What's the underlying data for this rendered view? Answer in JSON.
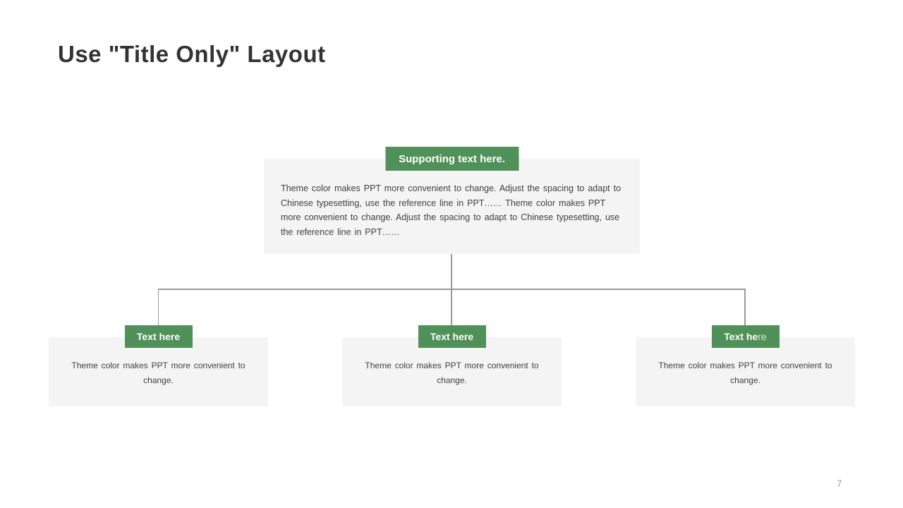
{
  "slide": {
    "title": "Use \"Title Only\" Layout",
    "page_number": "7"
  },
  "colors": {
    "accent_green": "#4f9159",
    "card_background": "#f4f4f4",
    "connector_gray": "#9a9a9a",
    "title_text": "#333333",
    "body_text": "#3f3f3f",
    "page_number_gray": "#9c9c9c"
  },
  "main_card": {
    "badge_label": "Supporting text here.",
    "body": "Theme color makes PPT more convenient to change. Adjust the spacing to adapt to Chinese typesetting, use the reference line in PPT…… Theme color makes PPT more convenient to change. Adjust the spacing to adapt to Chinese typesetting, use the reference line in PPT……"
  },
  "child_cards": [
    {
      "badge_bold": "Text here",
      "badge_light": "",
      "body": "Theme color makes PPT more convenient to change."
    },
    {
      "badge_bold": "Text here",
      "badge_light": "",
      "body": "Theme color makes PPT more convenient to change."
    },
    {
      "badge_bold": "Text he",
      "badge_light": "re",
      "body": "Theme color makes PPT more convenient to change."
    }
  ]
}
